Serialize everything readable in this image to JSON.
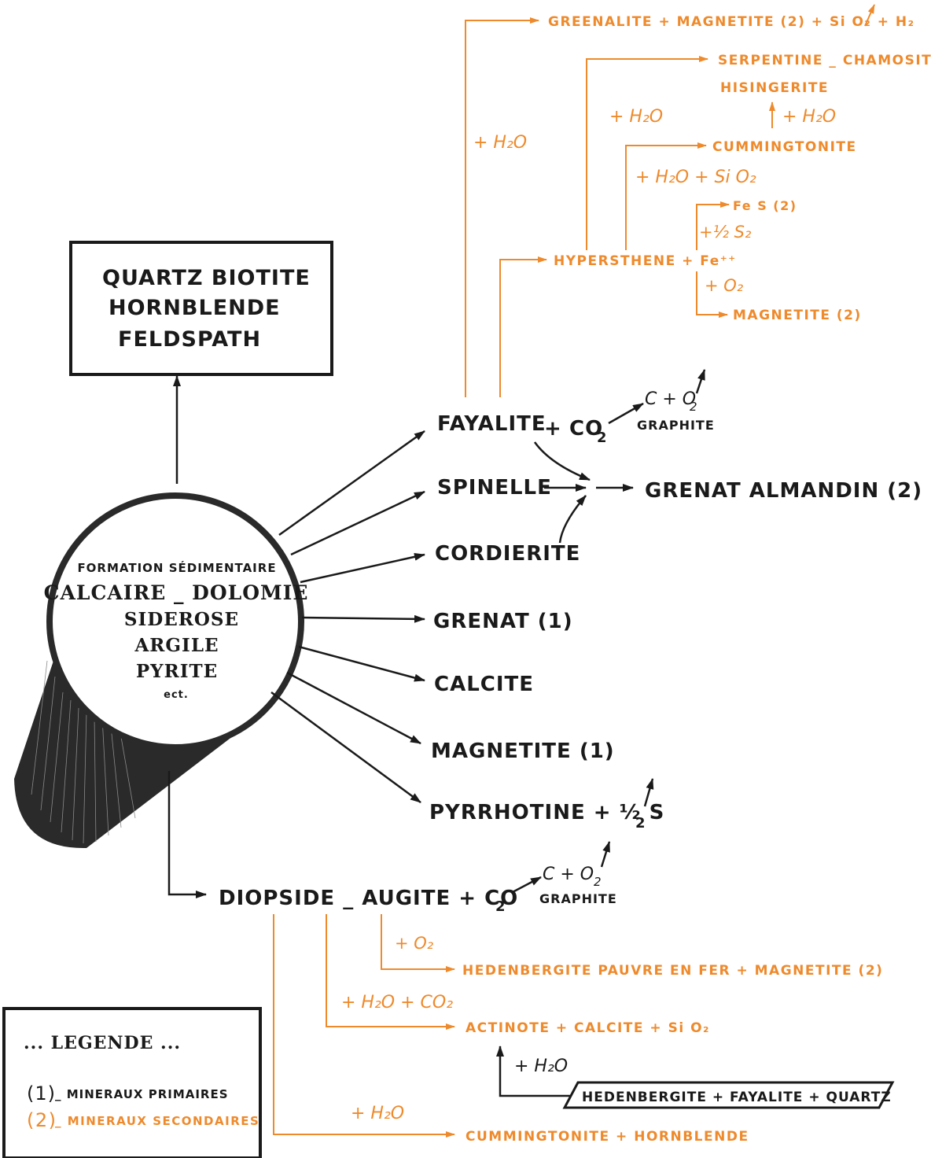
{
  "colors": {
    "primary": "#1a1a1a",
    "secondary": "#ee8a2c",
    "background": "#ffffff"
  },
  "box_top": {
    "line1": "QUARTZ   BIOTITE",
    "line2": "HORNBLENDE",
    "line3": "FELDSPATH"
  },
  "source": {
    "title": "FORMATION   SÉDIMENTAIRE",
    "line1": "CALCAIRE _ DOLOMIE",
    "line2": "SIDEROSE",
    "line3": "ARGILE",
    "line4": "PYRITE",
    "note": "ect."
  },
  "primary": {
    "fayalite": "FAYALITE",
    "plus": "+",
    "co2": "CO",
    "co2_sub": "2",
    "c_o2": "C + O",
    "o2_sub": "2",
    "graphite": "GRAPHITE",
    "spinelle": "SPINELLE",
    "grenat_almandin": "GRENAT   ALMANDIN (2)",
    "cordierite": "CORDIERITE",
    "grenat": "GRENAT (1)",
    "calcite": "CALCITE",
    "magnetite": "MAGNETITE (1)",
    "pyrrhotine": "PYRRHOTINE + ½ S",
    "s2_sub": "2",
    "diopside": "DIOPSIDE  _  AUGITE  +  CO",
    "diop_co2_sub": "2",
    "diop_c_o2": "C + O",
    "diop_o2_sub": "2",
    "diop_graphite": "GRAPHITE"
  },
  "secondary": {
    "greenalite": "GREENALITE  +  MAGNETITE (2) +  Si O₂  +  H₂",
    "serpentine": "SERPENTINE _ CHAMOSITE",
    "hisingerite": "HISINGERITE",
    "h2o_1": "+ H₂O",
    "h2o_2": "+ H₂O",
    "h2o_3": "+ H₂O",
    "cummingtonite": "CUMMINGTONITE",
    "h2o_sio2": "+ H₂O  + Si O₂",
    "fes": "Fe S (2)",
    "half_s2": "+½ S₂",
    "hypersthene": "HYPERSTHENE  +  Fe⁺⁺",
    "o2": "+ O₂",
    "magnetite2": "MAGNETITE  (2)",
    "o2_b": "+ O₂",
    "hedenbergite_pauvre": "HEDENBERGITE   PAUVRE  EN  FER  +  MAGNETITE  (2)",
    "h2o_co2": "+ H₂O + CO₂",
    "actinote": "ACTINOTE  +  CALCITE  +  Si O₂",
    "h2o_4": "+ H₂O",
    "hedenbergite_fay_quartz": "HEDENBERGITE  +  FAYALITE  +  QUARTZ",
    "h2o_5": "+ H₂O",
    "cumm_hornblende": "CUMMINGTONITE  +  HORNBLENDE"
  },
  "legend": {
    "title": "... LEGENDE ...",
    "item1_key": "(1)",
    "item1_text": "_ MINERAUX   PRIMAIRES",
    "item2_key": "(2)",
    "item2_text": "_ MINERAUX   SECONDAIRES"
  }
}
